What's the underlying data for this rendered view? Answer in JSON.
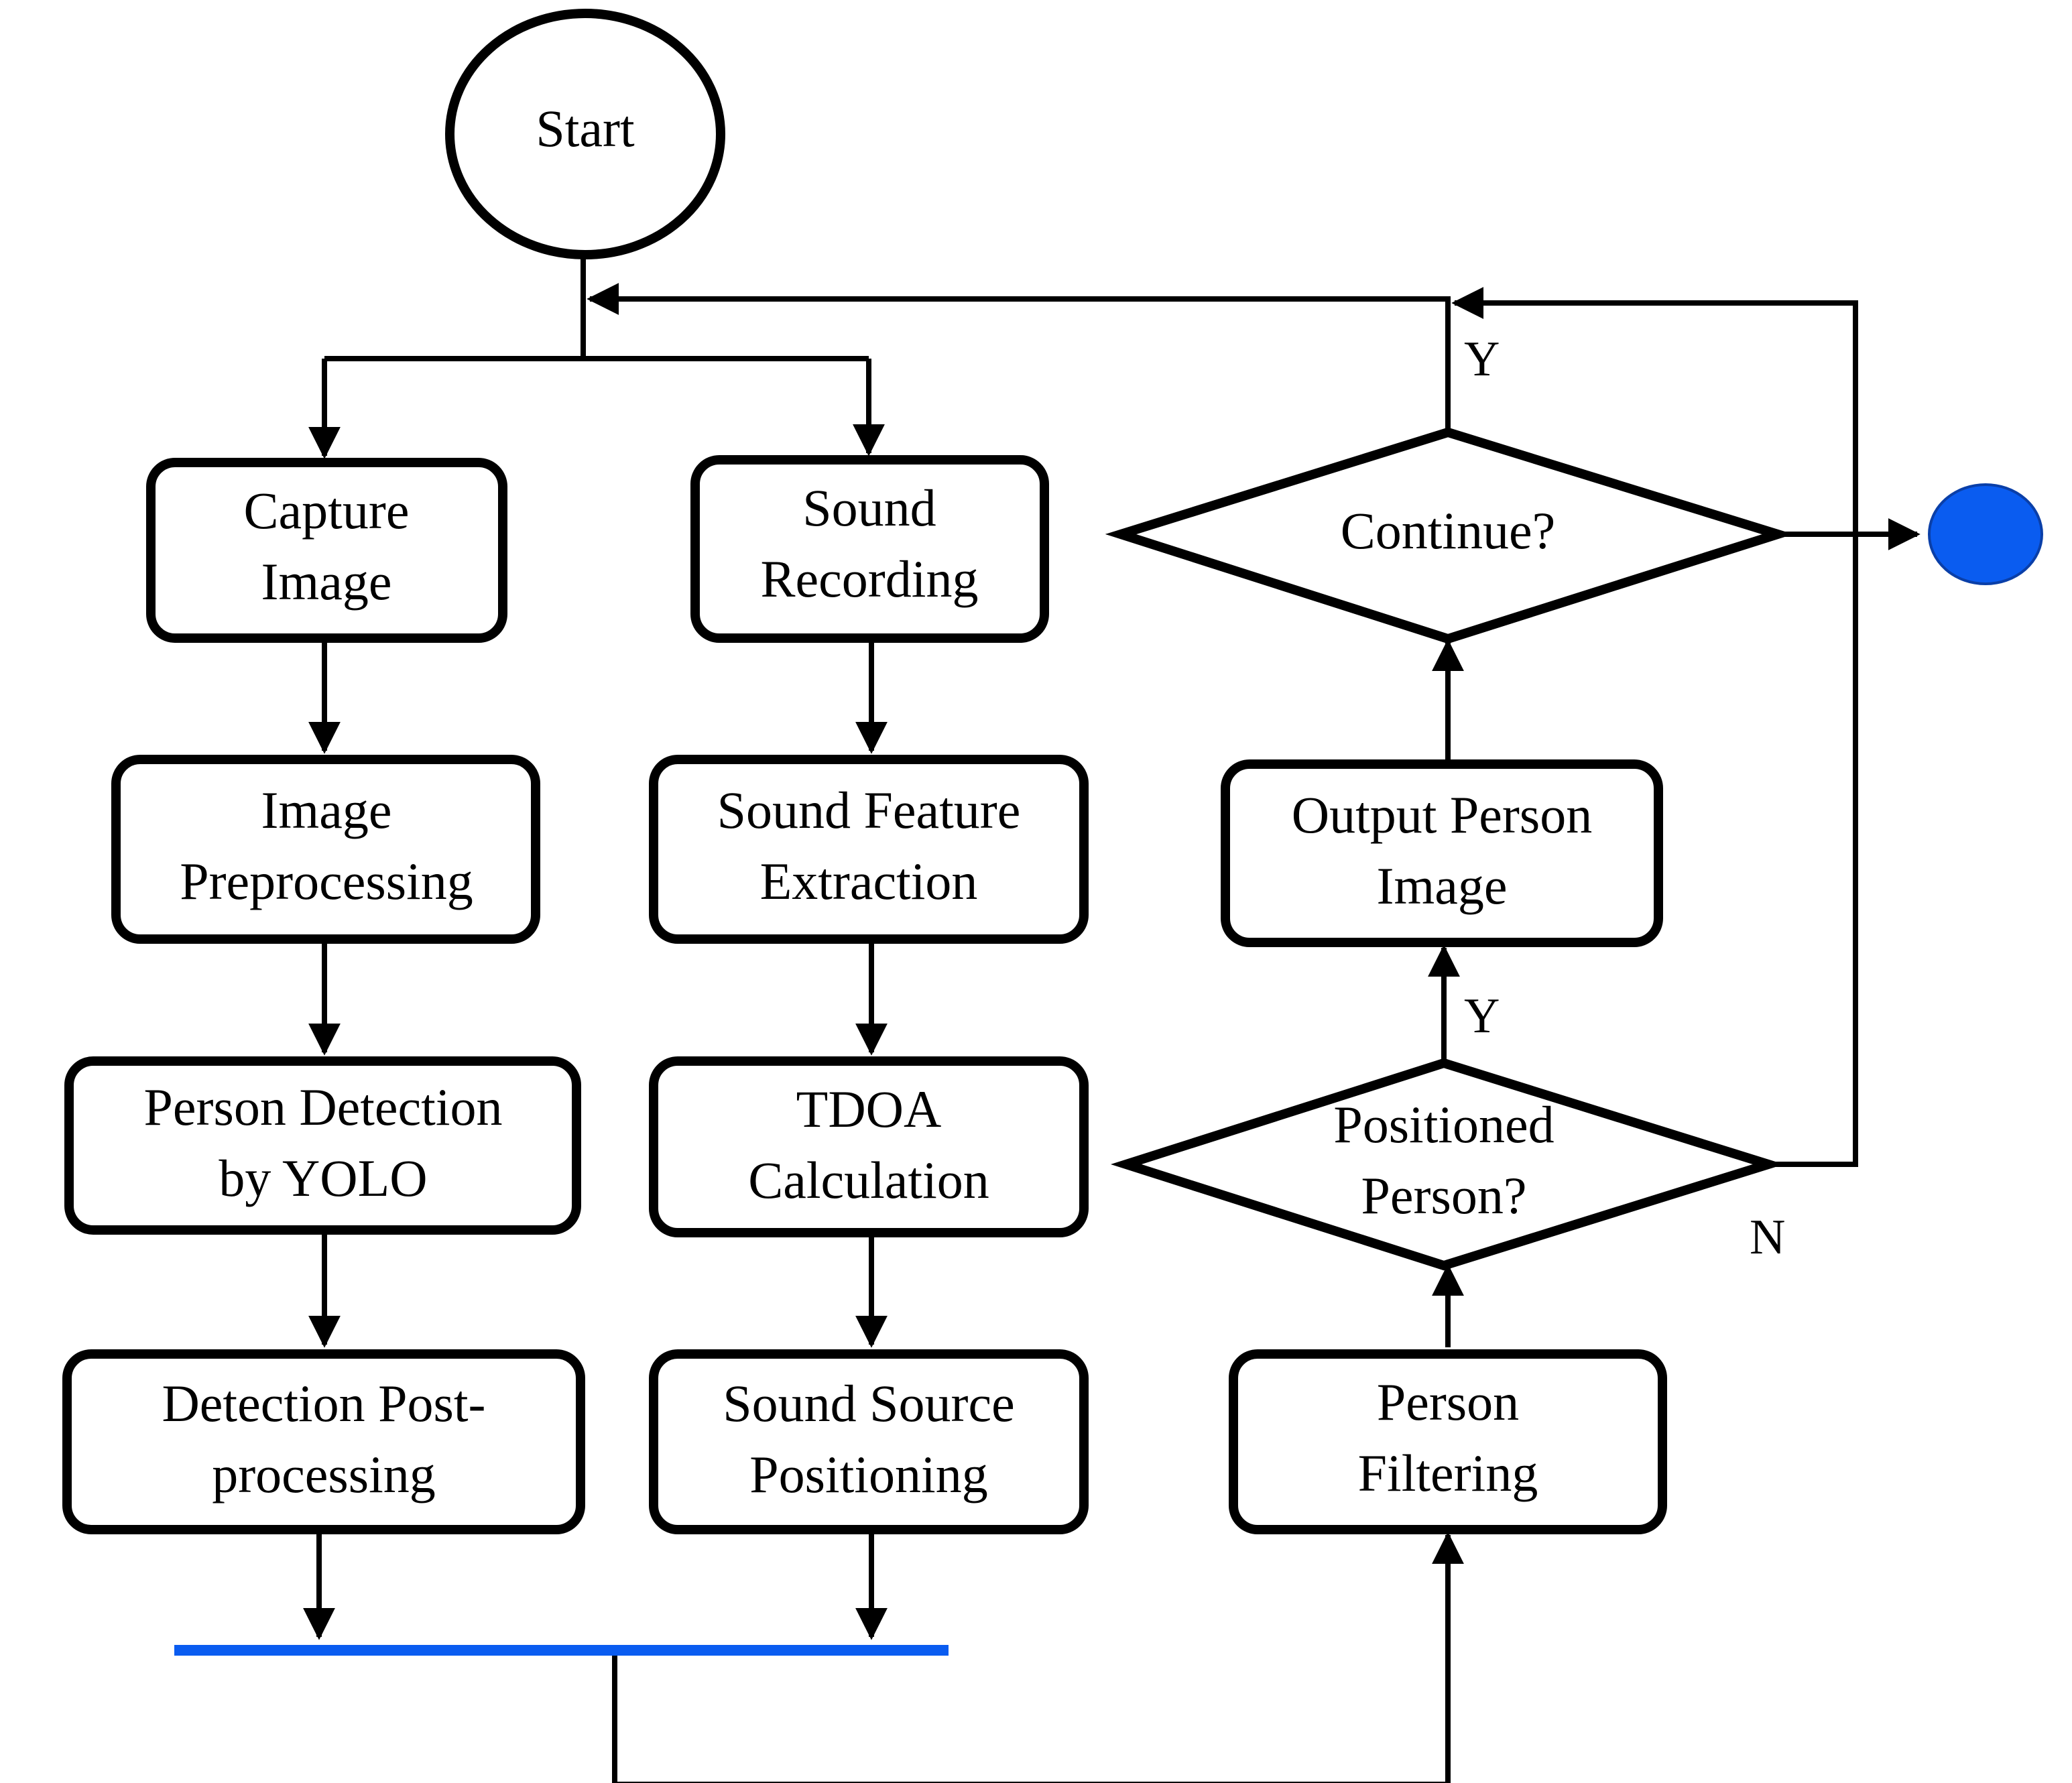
{
  "diagram": {
    "start": "Start",
    "image_branch": [
      {
        "lines": [
          "Capture",
          "Image"
        ]
      },
      {
        "lines": [
          "Image",
          "Preprocessing"
        ]
      },
      {
        "lines": [
          "Person Detection",
          "by YOLO"
        ]
      },
      {
        "lines": [
          "Detection Post-",
          "processing"
        ]
      }
    ],
    "sound_branch": [
      {
        "lines": [
          "Sound",
          "Recording"
        ]
      },
      {
        "lines": [
          "Sound Feature",
          "Extraction"
        ]
      },
      {
        "lines": [
          "TDOA",
          "Calculation"
        ]
      },
      {
        "lines": [
          "Sound Source",
          "Positioning"
        ]
      }
    ],
    "filter": {
      "lines": [
        "Person",
        "Filtering"
      ]
    },
    "decision_positioned": {
      "lines": [
        "Positioned",
        "Person?"
      ]
    },
    "output": {
      "lines": [
        "Output Person",
        "Image"
      ]
    },
    "decision_continue": {
      "lines": [
        "Continue?"
      ]
    },
    "edge_labels": {
      "continue_yes": "Y",
      "positioned_yes": "Y",
      "positioned_no": "N"
    },
    "colors": {
      "join_bar": "#0a5cf0",
      "end_node": "#0a5cf0",
      "stroke": "#000000"
    }
  }
}
